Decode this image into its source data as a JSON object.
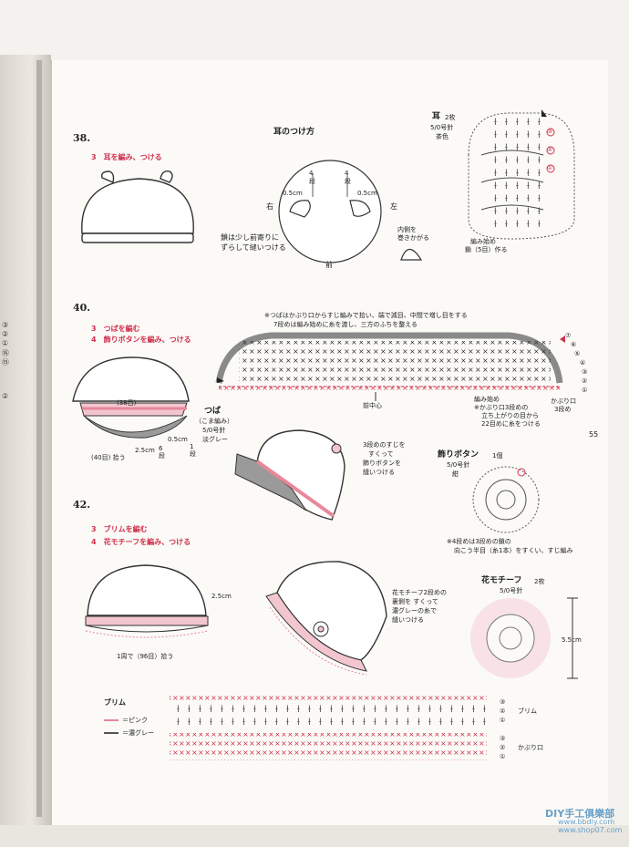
{
  "page_number": "55",
  "margin_marks": [
    "③",
    "②",
    "①",
    "⑯",
    "⑮",
    "②"
  ],
  "sections": {
    "s38": {
      "number": "38.",
      "step3": "3　耳を編み、つける",
      "attach_title": "耳のつけ方",
      "right": "右",
      "left": "左",
      "front": "前",
      "dan4a": "4",
      "dan4b": "4",
      "dan_unit": "段",
      "dist_l": "0.5cm",
      "dist_r": "0.5cm",
      "note_shift_1": "鎖は少し前寄りに",
      "note_shift_2": "ずらして縫いつける",
      "note_inner_1": "内側を",
      "note_inner_2": "巻きかがる",
      "ear_title": "耳",
      "ear_qty": "2枚",
      "ear_needle": "5/0号針",
      "ear_color": "茶色",
      "ear_start_1": "編み始め",
      "ear_start_2": "鎖（5目）作る",
      "ear_rows": [
        "③",
        "②",
        "①"
      ]
    },
    "s40": {
      "number": "40.",
      "step3": "3　つばを編む",
      "step4": "4　飾りボタンを編み、つける",
      "brim_note_1": "※つばはかぶり口からすじ編みで拾い、端で減目、中間で増し目をする",
      "brim_note_2": "7段めは編み始めに糸を渡し、三方のふちを整える",
      "rows": [
        "⑦",
        "⑥",
        "⑤",
        "④",
        "③",
        "②",
        "①"
      ],
      "front_center": "前中心",
      "brim_start": "編み始め",
      "brim_start_note_1": "※かぶり口3段めの",
      "brim_start_note_2": "立ち上がりの目から",
      "brim_start_note_3": "22目めに糸をつける",
      "kaburi_1": "かぶり口",
      "kaburi_2": "3段め",
      "count38": "(38目)",
      "count40": "(40目) 拾う",
      "tsuba_title": "つば",
      "tsuba_sub": "（こま編み）",
      "tsuba_needle": "5/0号針",
      "tsuba_color": "淡グレー",
      "d25": "2.5cm",
      "d05": "0.5cm",
      "dan6": "6",
      "dan1": "1",
      "dan_unit": "段",
      "btn_note_1": "3段めのすじを",
      "btn_note_2": "すくって",
      "btn_note_3": "飾りボタンを",
      "btn_note_4": "縫いつける",
      "deco_title": "飾りボタン",
      "deco_qty": "1個",
      "deco_needle": "5/0号針",
      "deco_color": "紺",
      "deco_note_1": "※4段めは3段めの鎖の",
      "deco_note_2": "向こう半目（糸1本）をすくい、すじ編み"
    },
    "s42": {
      "number": "42.",
      "step3": "3　ブリムを編む",
      "step4": "4　花モチーフを編み、つける",
      "d25": "2.5cm",
      "pick": "1周で（96目）拾う",
      "flower_note_1": "花モチーフ2段めの",
      "flower_note_2": "裏側を すくって",
      "flower_note_3": "濃グレーの糸で",
      "flower_note_4": "縫いつける",
      "flower_title": "花モチーフ",
      "flower_qty": "2枚",
      "flower_needle": "5/0号針",
      "flower_size": "5.5cm",
      "brim_label": "ブリム",
      "legend_pink": "＝ピンク",
      "legend_gray": "＝濃グレー",
      "brim_rows": [
        "③",
        "②",
        "①"
      ],
      "brim_row_label": "ブリム",
      "kaburi_rows": [
        "③",
        "②",
        "①"
      ],
      "kaburi_label": "かぶり口"
    }
  },
  "watermark": {
    "logo": "DIY手工俱樂部",
    "url1": "www.bbdiy.com",
    "url2": "www.shop07.com"
  },
  "colors": {
    "pink": "#e7889a",
    "gray": "#8a8a8a",
    "red": "#d0304c",
    "line": "#444444"
  }
}
